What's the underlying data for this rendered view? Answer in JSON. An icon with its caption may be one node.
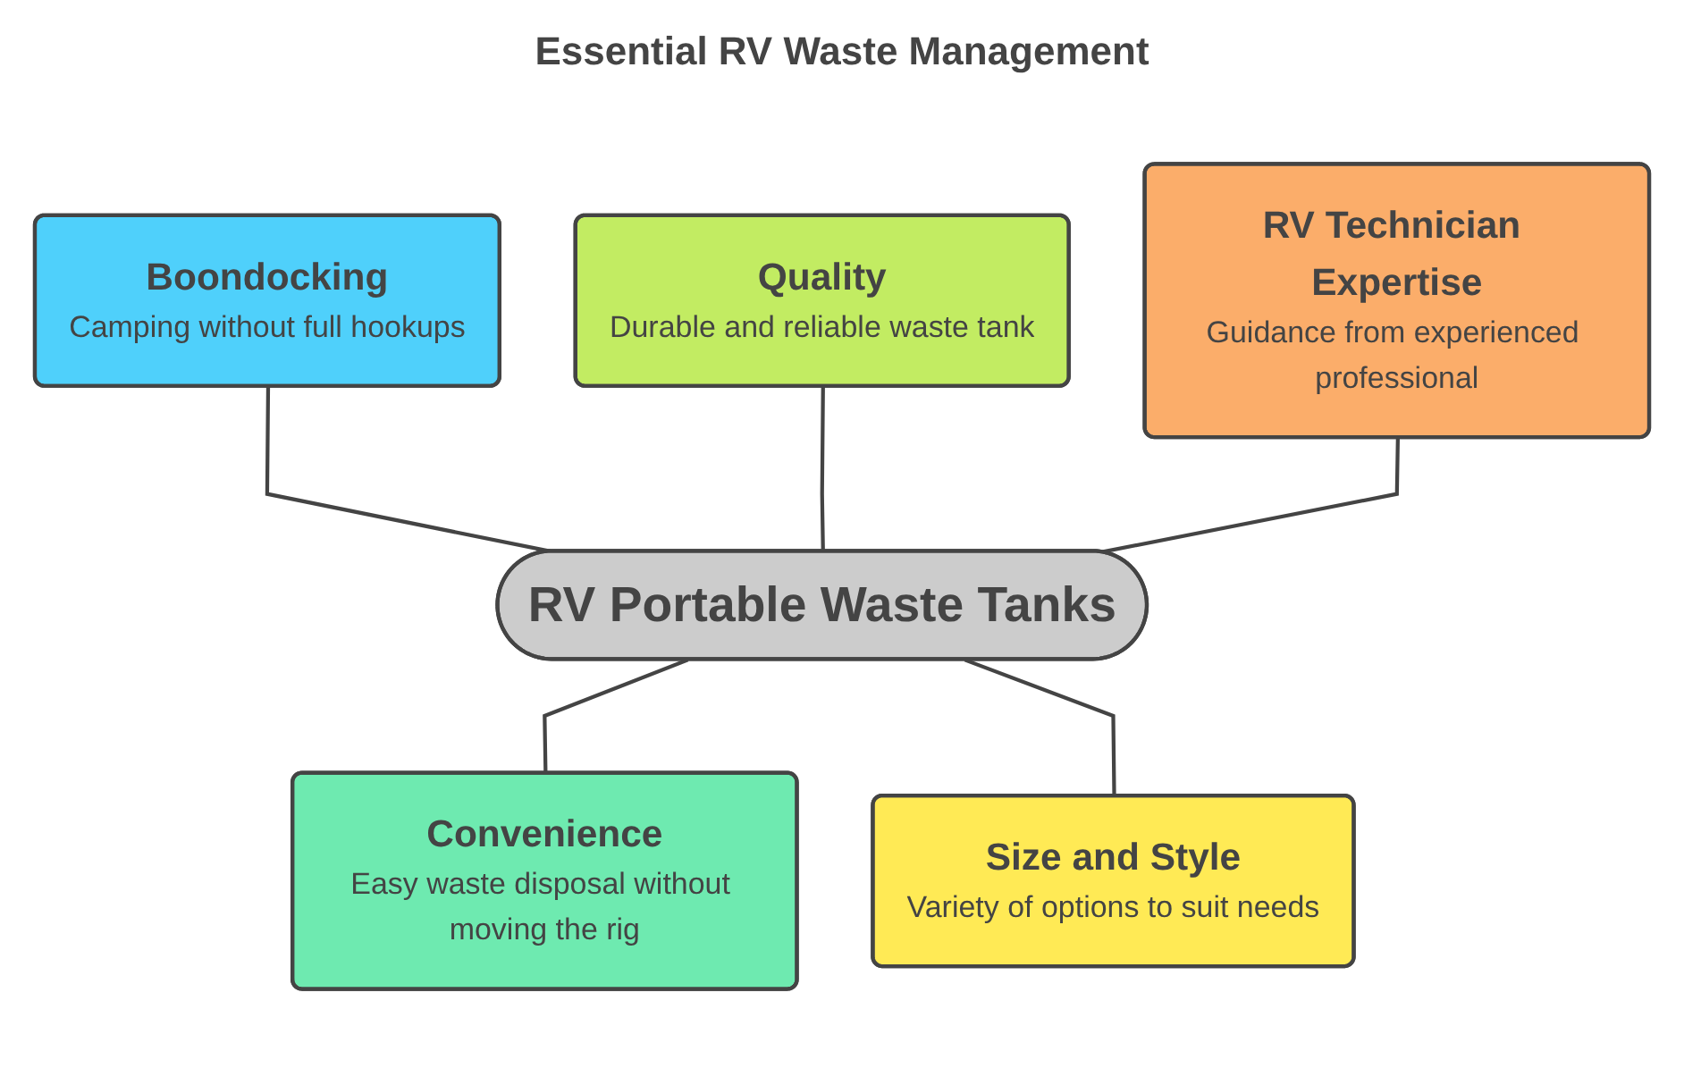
{
  "diagram": {
    "title": "Essential RV Waste Management",
    "nodes": [
      {
        "text": [
          "Boondocking",
          "Camping without full hookups"
        ]
      },
      {
        "text": [
          "Quality",
          "Durable and reliable waste tank"
        ]
      },
      {
        "text": [
          "RV Technician Expertise",
          "Guidance from experienced professional"
        ]
      },
      {
        "text": [
          "RV Portable Waste Tanks"
        ]
      },
      {
        "text": [
          "Convenience",
          "Easy waste disposal without moving the rig"
        ]
      },
      {
        "text": [
          "Size and Style",
          "Variety of options to suit needs"
        ]
      }
    ],
    "edges": [
      {
        "from": 0,
        "to": 3,
        "arrow": "none"
      },
      {
        "from": 1,
        "to": 3,
        "arrow": "none"
      },
      {
        "from": 2,
        "to": 3,
        "arrow": "none"
      },
      {
        "from": 3,
        "to": 4,
        "arrow": "none"
      },
      {
        "from": 3,
        "to": 5,
        "arrow": "none"
      }
    ]
  }
}
